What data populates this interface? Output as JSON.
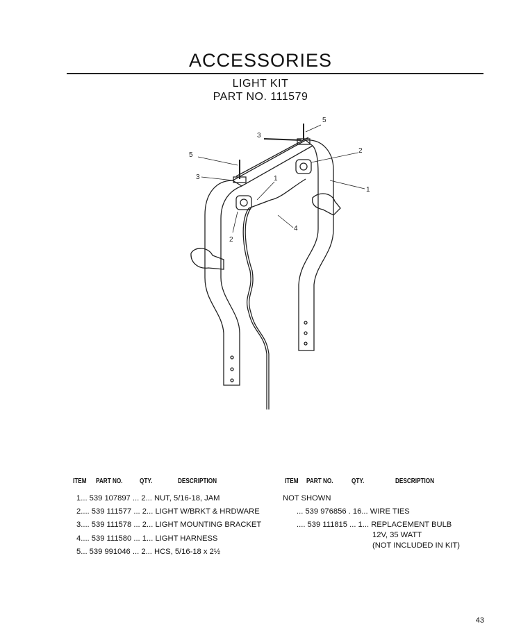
{
  "page": {
    "title": "ACCESSORIES",
    "subtitle_line1": "LIGHT KIT",
    "subtitle_line2": "PART NO. 111579",
    "page_number": "43"
  },
  "diagram": {
    "callouts": [
      "5",
      "3",
      "2",
      "1",
      "5",
      "3",
      "1",
      "4",
      "2"
    ]
  },
  "parts_table": {
    "headers": {
      "item": "ITEM",
      "part_no": "PART NO.",
      "qty": "QTY.",
      "description": "DESCRIPTION"
    },
    "left_rows": [
      {
        "item": "1",
        "part_no": "539 107897",
        "qty": "2",
        "description": "NUT, 5/16-18, JAM"
      },
      {
        "item": "2",
        "part_no": "539 111577",
        "qty": "2",
        "description": "LIGHT W/BRKT & HRDWARE"
      },
      {
        "item": "3",
        "part_no": "539 111578",
        "qty": "2",
        "description": "LIGHT MOUNTING BRACKET"
      },
      {
        "item": "4",
        "part_no": "539 111580",
        "qty": "1",
        "description": "LIGHT HARNESS"
      },
      {
        "item": "5",
        "part_no": "539 991046",
        "qty": "2",
        "description": "HCS, 5/16-18 x 2½"
      }
    ],
    "right_note": "NOT SHOWN",
    "right_rows": [
      {
        "part_no": "539 976856",
        "qty": "16",
        "description": "WIRE TIES"
      },
      {
        "part_no": "539 111815",
        "qty": "1",
        "description": "REPLACEMENT BULB",
        "description_line2": "12V, 35 WATT",
        "description_line3": "(NOT INCLUDED IN KIT)"
      }
    ]
  }
}
